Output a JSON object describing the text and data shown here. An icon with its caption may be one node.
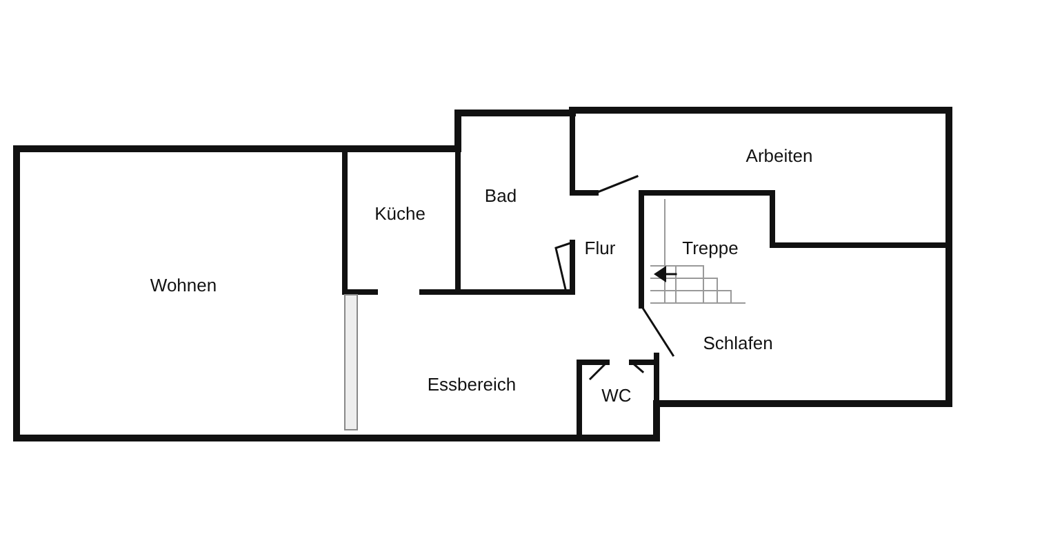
{
  "diagram": {
    "nodes": [
      {
        "text": [
          "Wohnen"
        ]
      },
      {
        "text": [
          "Küche"
        ]
      },
      {
        "text": [
          "Bad"
        ]
      },
      {
        "text": [
          "Arbeiten"
        ]
      },
      {
        "text": [
          "Flur"
        ]
      },
      {
        "text": [
          "Treppe"
        ]
      },
      {
        "text": [
          "Schlafen"
        ]
      },
      {
        "text": [
          "Essbereich"
        ]
      },
      {
        "text": [
          "WC"
        ]
      }
    ]
  }
}
